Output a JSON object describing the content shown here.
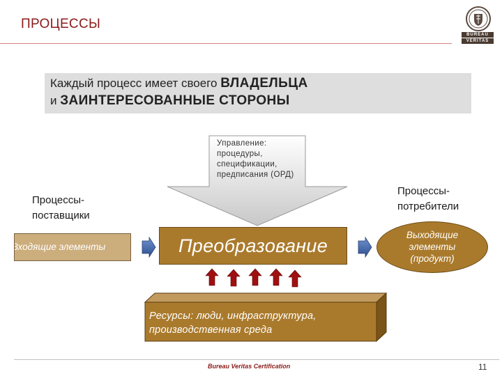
{
  "header": {
    "title": "ПРОЦЕССЫ",
    "logo_top": "BUREAU",
    "logo_bottom": "VERITAS"
  },
  "banner": {
    "line1_prefix": "Каждый процесс имеет своего ",
    "line1_emphasis": "ВЛАДЕЛЬЦА",
    "line2_prefix": "и ",
    "line2_emphasis": "ЗАИНТЕРЕСОВАННЫЕ СТОРОНЫ"
  },
  "diagram": {
    "control_arrow_text": "Управление: процедуры, спецификации, предписания (ОРД)",
    "suppliers_label": "Процессы-\nпоставщики",
    "consumers_label": "Процессы-\nпотребители",
    "inputs_label": "Входящие элементы",
    "transformation_label": "Преобразование",
    "outputs_label": "Выходящие\nэлементы\n(продукт)",
    "resources_label": "Ресурсы: люди, инфраструктура,\nпроизводственная среда"
  },
  "footer": {
    "center_text": "Bureau Veritas Certification",
    "page_number": "11"
  },
  "colors": {
    "header_red": "#8b1a1a",
    "brown": "#aa7a2c",
    "tan": "#ccad7c",
    "arrow_blue": "#4a6fb0",
    "up_arrow_red": "#a01010",
    "banner_gray": "#dedede"
  }
}
